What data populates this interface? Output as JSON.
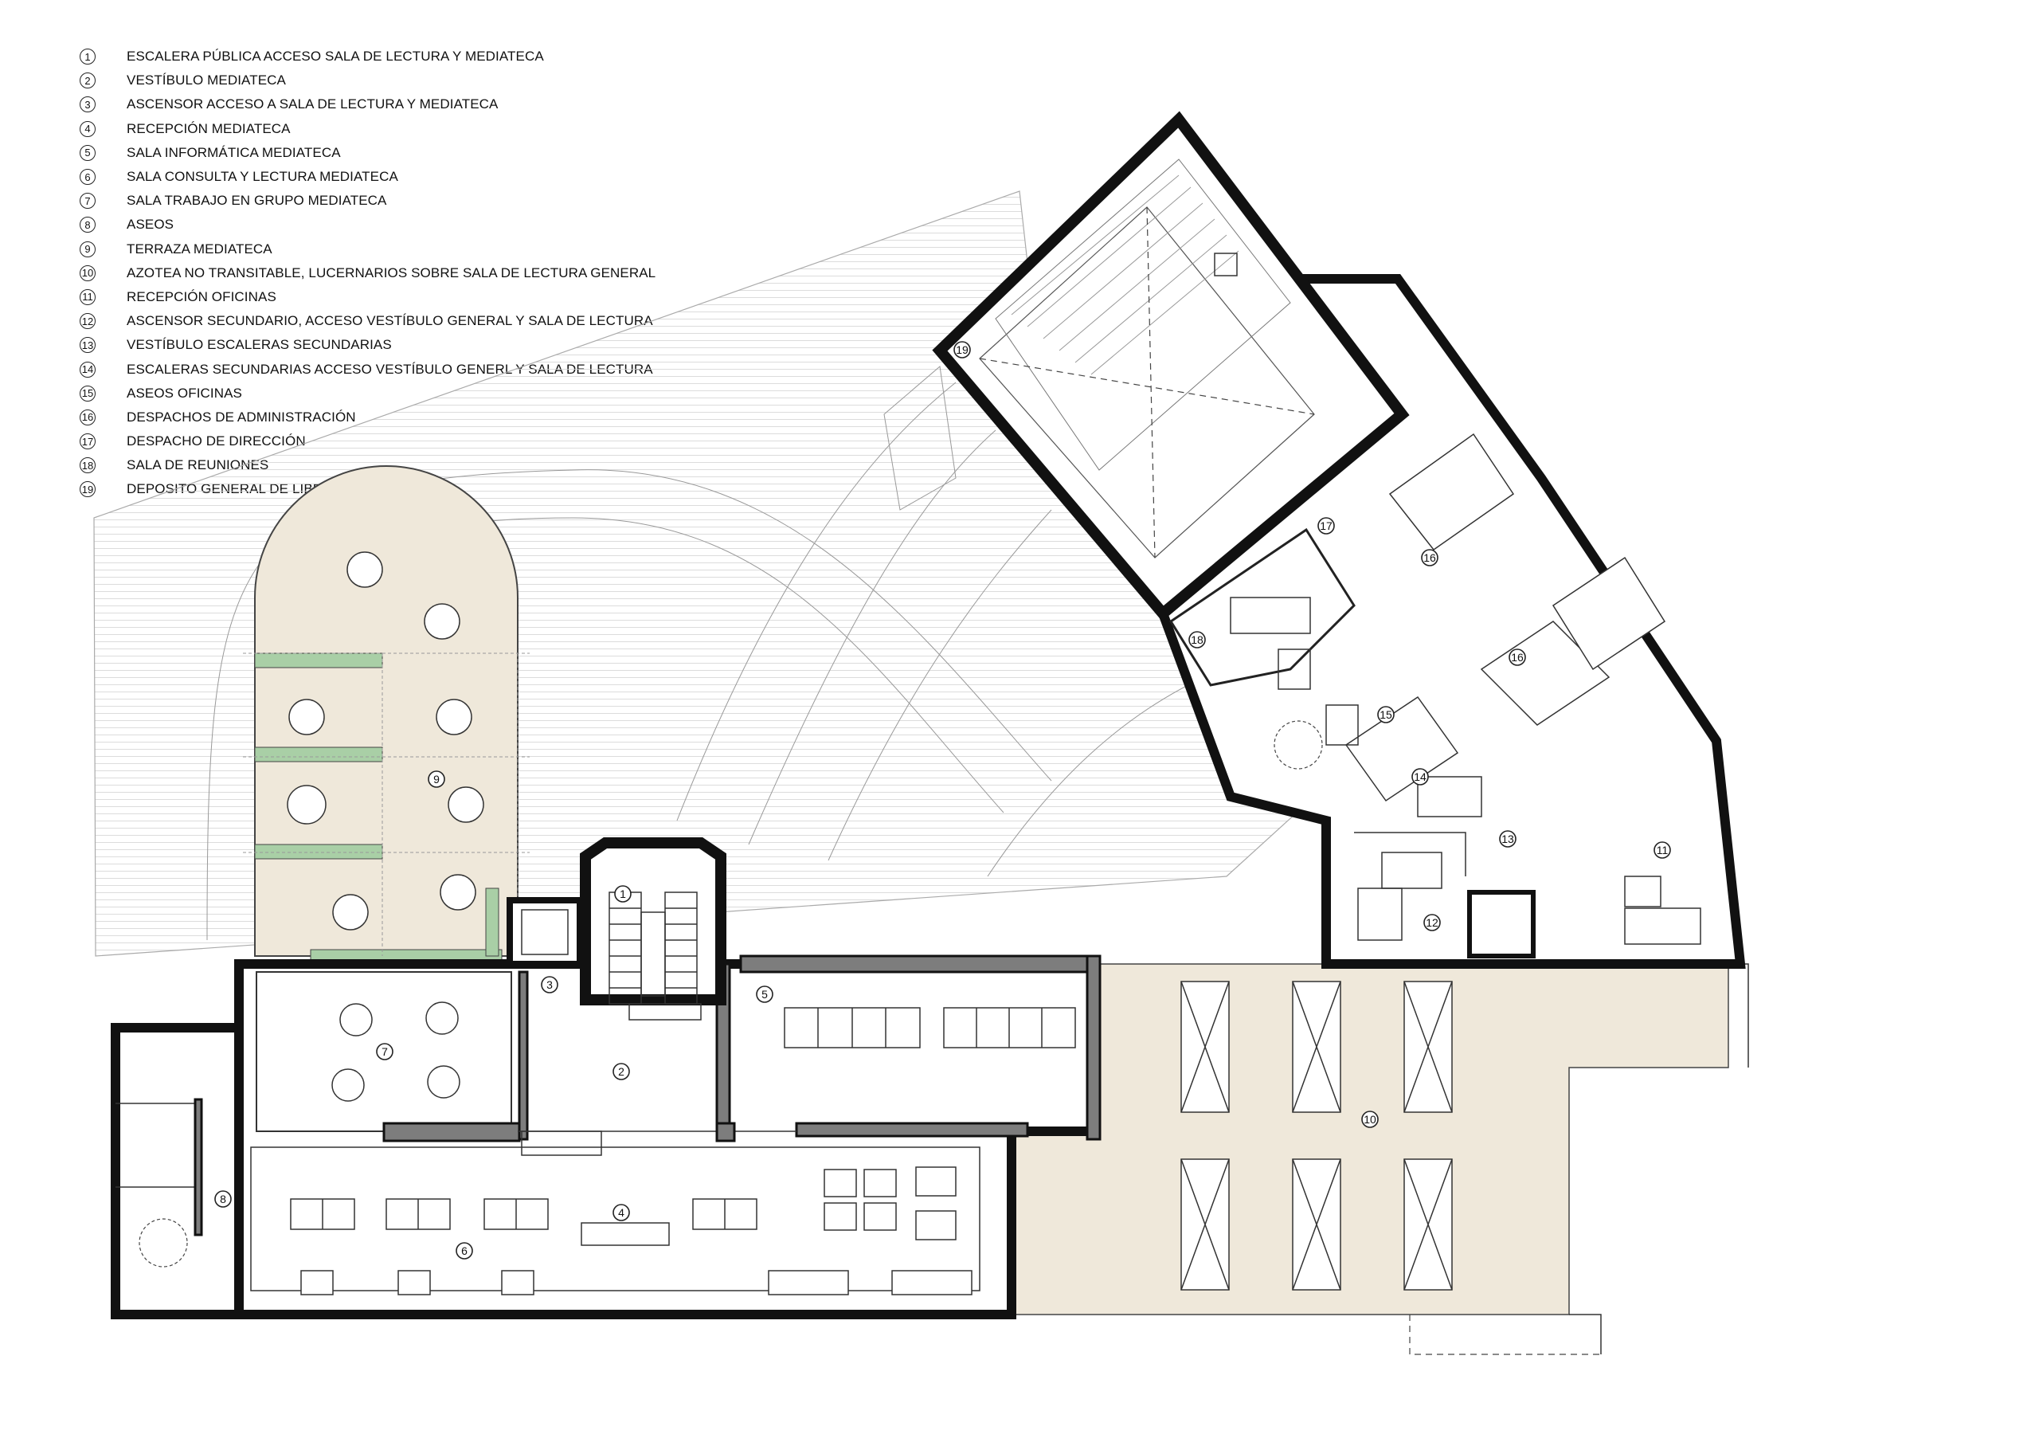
{
  "legend": [
    {
      "num": "1",
      "label": "ESCALERA PÚBLICA ACCESO SALA DE LECTURA Y MEDIATECA"
    },
    {
      "num": "2",
      "label": "VESTÍBULO MEDIATECA"
    },
    {
      "num": "3",
      "label": "ASCENSOR ACCESO A SALA DE LECTURA Y MEDIATECA"
    },
    {
      "num": "4",
      "label": "RECEPCIÓN MEDIATECA"
    },
    {
      "num": "5",
      "label": "SALA INFORMÁTICA MEDIATECA"
    },
    {
      "num": "6",
      "label": "SALA CONSULTA Y LECTURA MEDIATECA"
    },
    {
      "num": "7",
      "label": "SALA TRABAJO EN GRUPO MEDIATECA"
    },
    {
      "num": "8",
      "label": "ASEOS"
    },
    {
      "num": "9",
      "label": "TERRAZA MEDIATECA"
    },
    {
      "num": "10",
      "label": "AZOTEA NO TRANSITABLE, LUCERNARIOS SOBRE SALA DE LECTURA GENERAL"
    },
    {
      "num": "11",
      "label": "RECEPCIÓN OFICINAS"
    },
    {
      "num": "12",
      "label": "ASCENSOR SECUNDARIO, ACCESO VESTÍBULO GENERAL Y SALA DE LECTURA"
    },
    {
      "num": "13",
      "label": "VESTÍBULO ESCALERAS SECUNDARIAS"
    },
    {
      "num": "14",
      "label": "ESCALERAS SECUNDARIAS ACCESO VESTÍBULO GENERL Y SALA DE LECTURA"
    },
    {
      "num": "15",
      "label": "ASEOS OFICINAS"
    },
    {
      "num": "16",
      "label": "DESPACHOS DE ADMINISTRACIÓN"
    },
    {
      "num": "17",
      "label": "DESPACHO DE DIRECCIÓN"
    },
    {
      "num": "18",
      "label": "SALA DE REUNIONES"
    },
    {
      "num": "19",
      "label": "DEPOSITO GENERAL DE LIBROS"
    }
  ],
  "rooms": {
    "r1": "1",
    "r2": "2",
    "r3": "3",
    "r4": "4",
    "r5": "5",
    "r6": "6",
    "r7": "7",
    "r8": "8",
    "r9": "9",
    "r10": "10",
    "r11": "11",
    "r12": "12",
    "r13": "13",
    "r14": "14",
    "r15": "15",
    "r16a": "16",
    "r16b": "16",
    "r17": "17",
    "r18": "18",
    "r19": "19"
  },
  "colors": {
    "terrace_fill": "#efe8da",
    "roof_fill": "#efe8da",
    "planter_green": "#a9cfa6",
    "wall_fill": "#7d7d7d"
  }
}
